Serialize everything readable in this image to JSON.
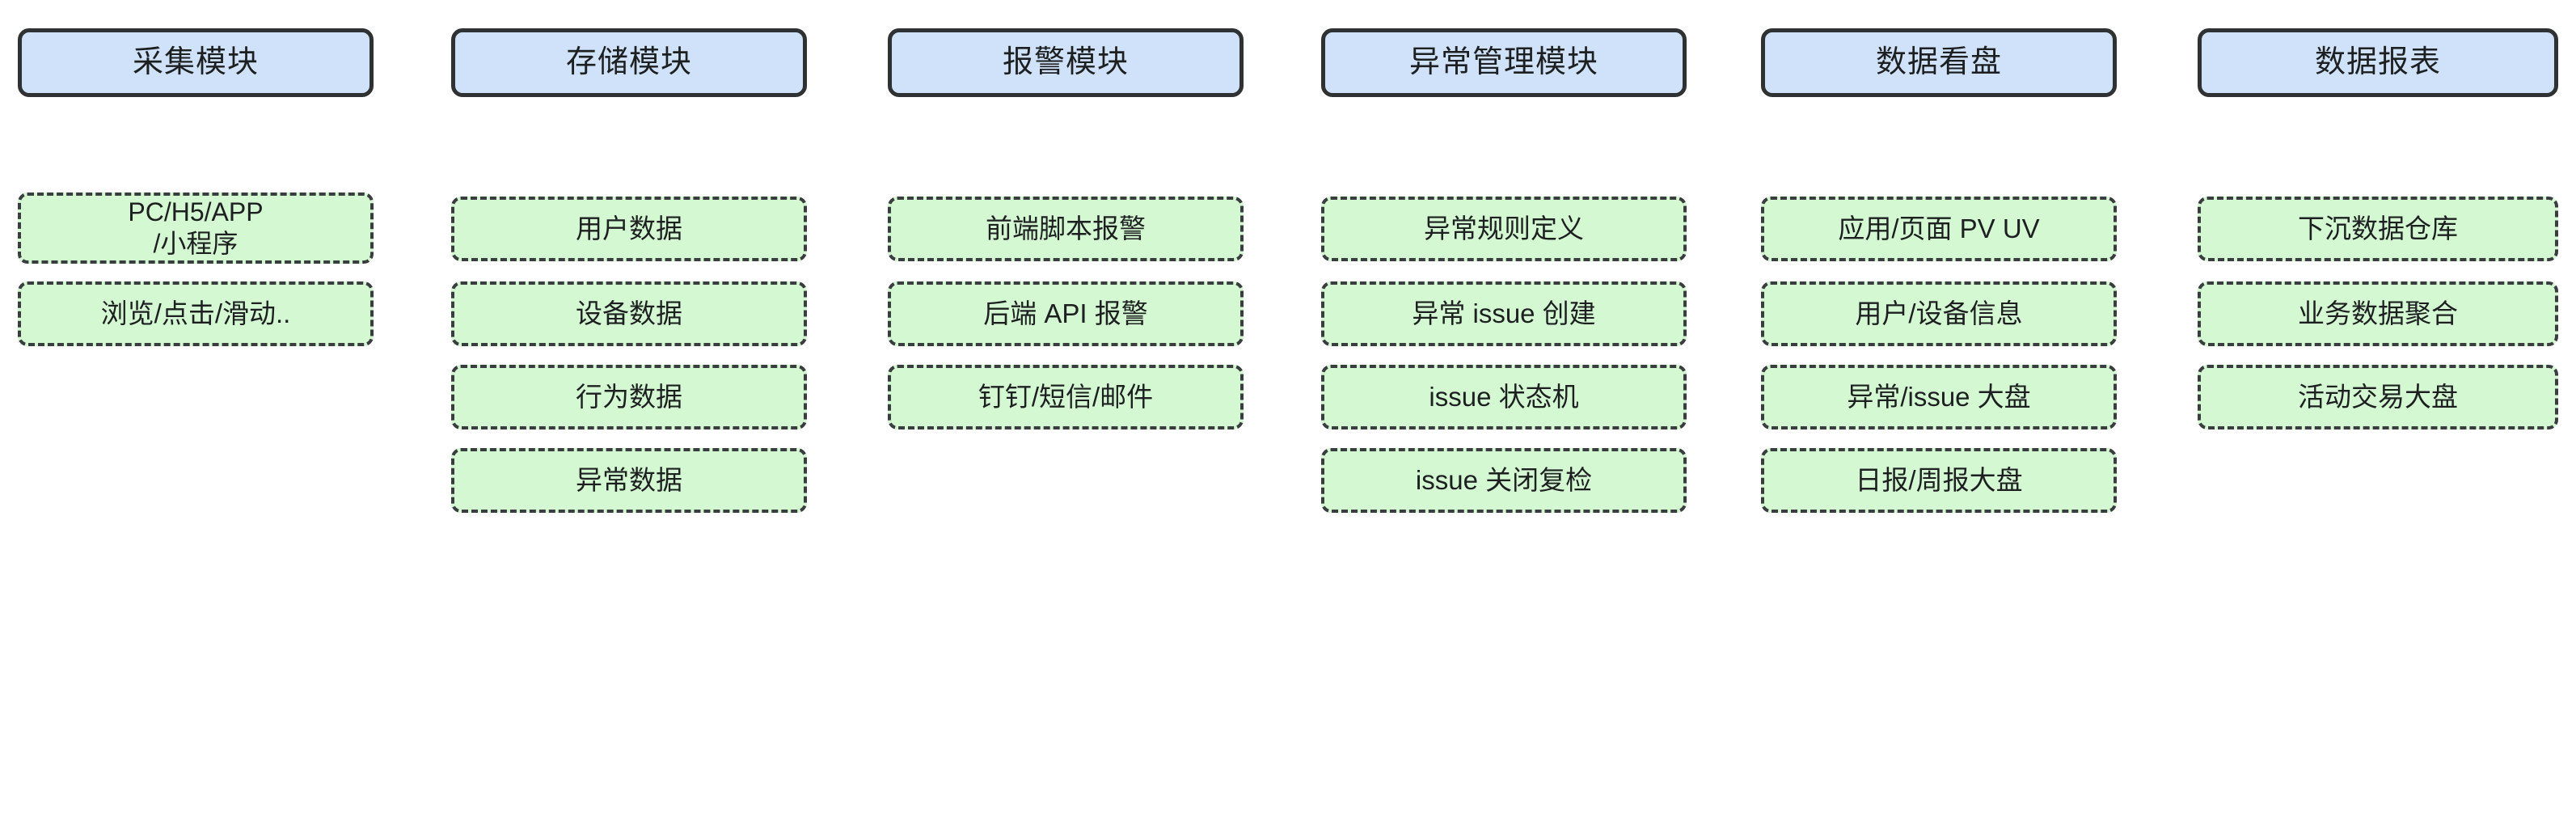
{
  "diagram": {
    "type": "column-block-diagram",
    "title": "",
    "colors": {
      "module_fill": "#cfe2f9",
      "module_border": "#2f3133",
      "item_fill": "#d4f8d2",
      "item_border": "#3a3d40",
      "text": "#1d1f21",
      "background": "#ffffff"
    },
    "columns": [
      {
        "header": "采集模块",
        "items": [
          "PC/H5/APP\n/小程序",
          "浏览/点击/滑动.."
        ]
      },
      {
        "header": "存储模块",
        "items": [
          "用户数据",
          "设备数据",
          "行为数据",
          "异常数据"
        ]
      },
      {
        "header": "报警模块",
        "items": [
          "前端脚本报警",
          "后端 API 报警",
          "钉钉/短信/邮件"
        ]
      },
      {
        "header": "异常管理模块",
        "items": [
          "异常规则定义",
          "异常 issue 创建",
          "issue 状态机",
          "issue 关闭复检"
        ]
      },
      {
        "header": "数据看盘",
        "items": [
          "应用/页面 PV UV",
          "用户/设备信息",
          "异常/issue 大盘",
          "日报/周报大盘"
        ]
      },
      {
        "header": "数据报表",
        "items": [
          "下沉数据仓库",
          "业务数据聚合",
          "活动交易大盘"
        ]
      }
    ]
  }
}
